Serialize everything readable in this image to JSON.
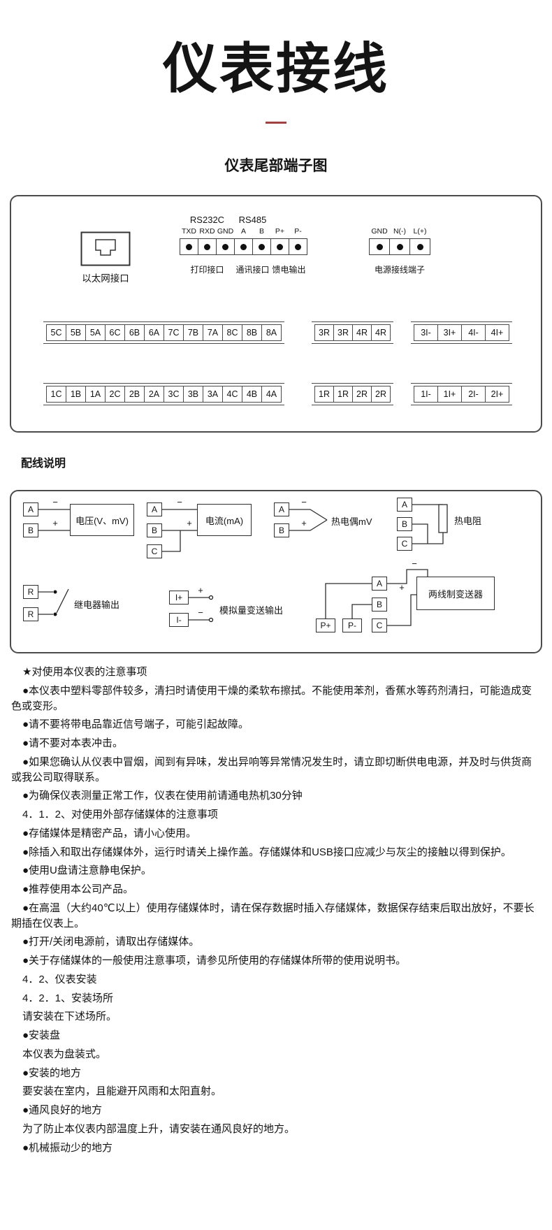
{
  "page": {
    "title": "仪表接线",
    "subtitle": "仪表尾部端子图",
    "wiring_notes_heading": "配线说明"
  },
  "symbols": {
    "plus": "+",
    "minus": "−"
  },
  "terminal_panel": {
    "ethernet_label": "以太网接口",
    "rs232c_label": "RS232C",
    "rs485_label": "RS485",
    "comm_pins": [
      "TXD",
      "RXD",
      "GND",
      "A",
      "B",
      "P+",
      "P-"
    ],
    "comm_group_labels": [
      "打印接口",
      "通讯接口",
      "馈电输出"
    ],
    "power_pins": [
      "GND",
      "N(-)",
      "L(+)"
    ],
    "power_label": "电源接线端子",
    "row1_main": [
      "5C",
      "5B",
      "5A",
      "6C",
      "6B",
      "6A",
      "7C",
      "7B",
      "7A",
      "8C",
      "8B",
      "8A"
    ],
    "row1_relay": [
      "3R",
      "3R",
      "4R",
      "4R"
    ],
    "row1_current": [
      "3I-",
      "3I+",
      "4I-",
      "4I+"
    ],
    "row2_main": [
      "1C",
      "1B",
      "1A",
      "2C",
      "2B",
      "2A",
      "3C",
      "3B",
      "3A",
      "4C",
      "4B",
      "4A"
    ],
    "row2_relay": [
      "1R",
      "1R",
      "2R",
      "2R"
    ],
    "row2_current": [
      "1I-",
      "1I+",
      "2I-",
      "2I+"
    ]
  },
  "wiring_panel": {
    "voltage": {
      "terminals": [
        "A",
        "B"
      ],
      "label": "电压(V、mV)"
    },
    "current": {
      "terminals": [
        "A",
        "B",
        "C"
      ],
      "label": "电流(mA)"
    },
    "thermocouple": {
      "terminals": [
        "A",
        "B"
      ],
      "label": "热电偶mV"
    },
    "rtd": {
      "terminals": [
        "A",
        "B",
        "C"
      ],
      "label": "热电阻"
    },
    "relay": {
      "terminals": [
        "R",
        "R"
      ],
      "label": "继电器输出"
    },
    "analog_out": {
      "terminals": [
        "I+",
        "I-"
      ],
      "label": "模拟量变送输出"
    },
    "transmitter": {
      "p_terminals": [
        "P+",
        "P-"
      ],
      "terminals": [
        "A",
        "B",
        "C"
      ],
      "label": "两线制变送器"
    }
  },
  "notes": [
    "★对使用本仪表的注意事项",
    "●本仪表中塑料零部件较多，清扫时请使用干燥的柔软布擦拭。不能使用苯剂，香蕉水等药剂清扫，可能造成变色或变形。",
    "●请不要将带电品靠近信号端子，可能引起故障。",
    "●请不要对本表冲击。",
    "●如果您确认从仪表中冒烟，闻到有异味，发出异响等异常情况发生时，请立即切断供电电源，并及时与供货商或我公司取得联系。",
    "●为确保仪表测量正常工作，仪表在使用前请通电热机30分钟",
    "4．1．2、对使用外部存储媒体的注意事项",
    "●存储媒体是精密产品，请小心使用。",
    "●除插入和取出存储媒体外，运行时请关上操作盖。存储媒体和USB接口应减少与灰尘的接触以得到保护。",
    "●使用U盘请注意静电保护。",
    "●推荐使用本公司产品。",
    "●在高温（大约40℃以上）使用存储媒体时，请在保存数据时插入存储媒体，数据保存结束后取出放好，不要长期插在仪表上。",
    "●打开/关闭电源前，请取出存储媒体。",
    "●关于存储媒体的一般使用注意事项，请参见所使用的存储媒体所带的使用说明书。",
    "4．2、仪表安装",
    "4．2．1、安装场所",
    "请安装在下述场所。",
    "●安装盘",
    "本仪表为盘装式。",
    "●安装的地方",
    "要安装在室内，且能避开风雨和太阳直射。",
    "●通风良好的地方",
    "为了防止本仪表内部温度上升，请安装在通风良好的地方。",
    "●机械振动少的地方"
  ]
}
